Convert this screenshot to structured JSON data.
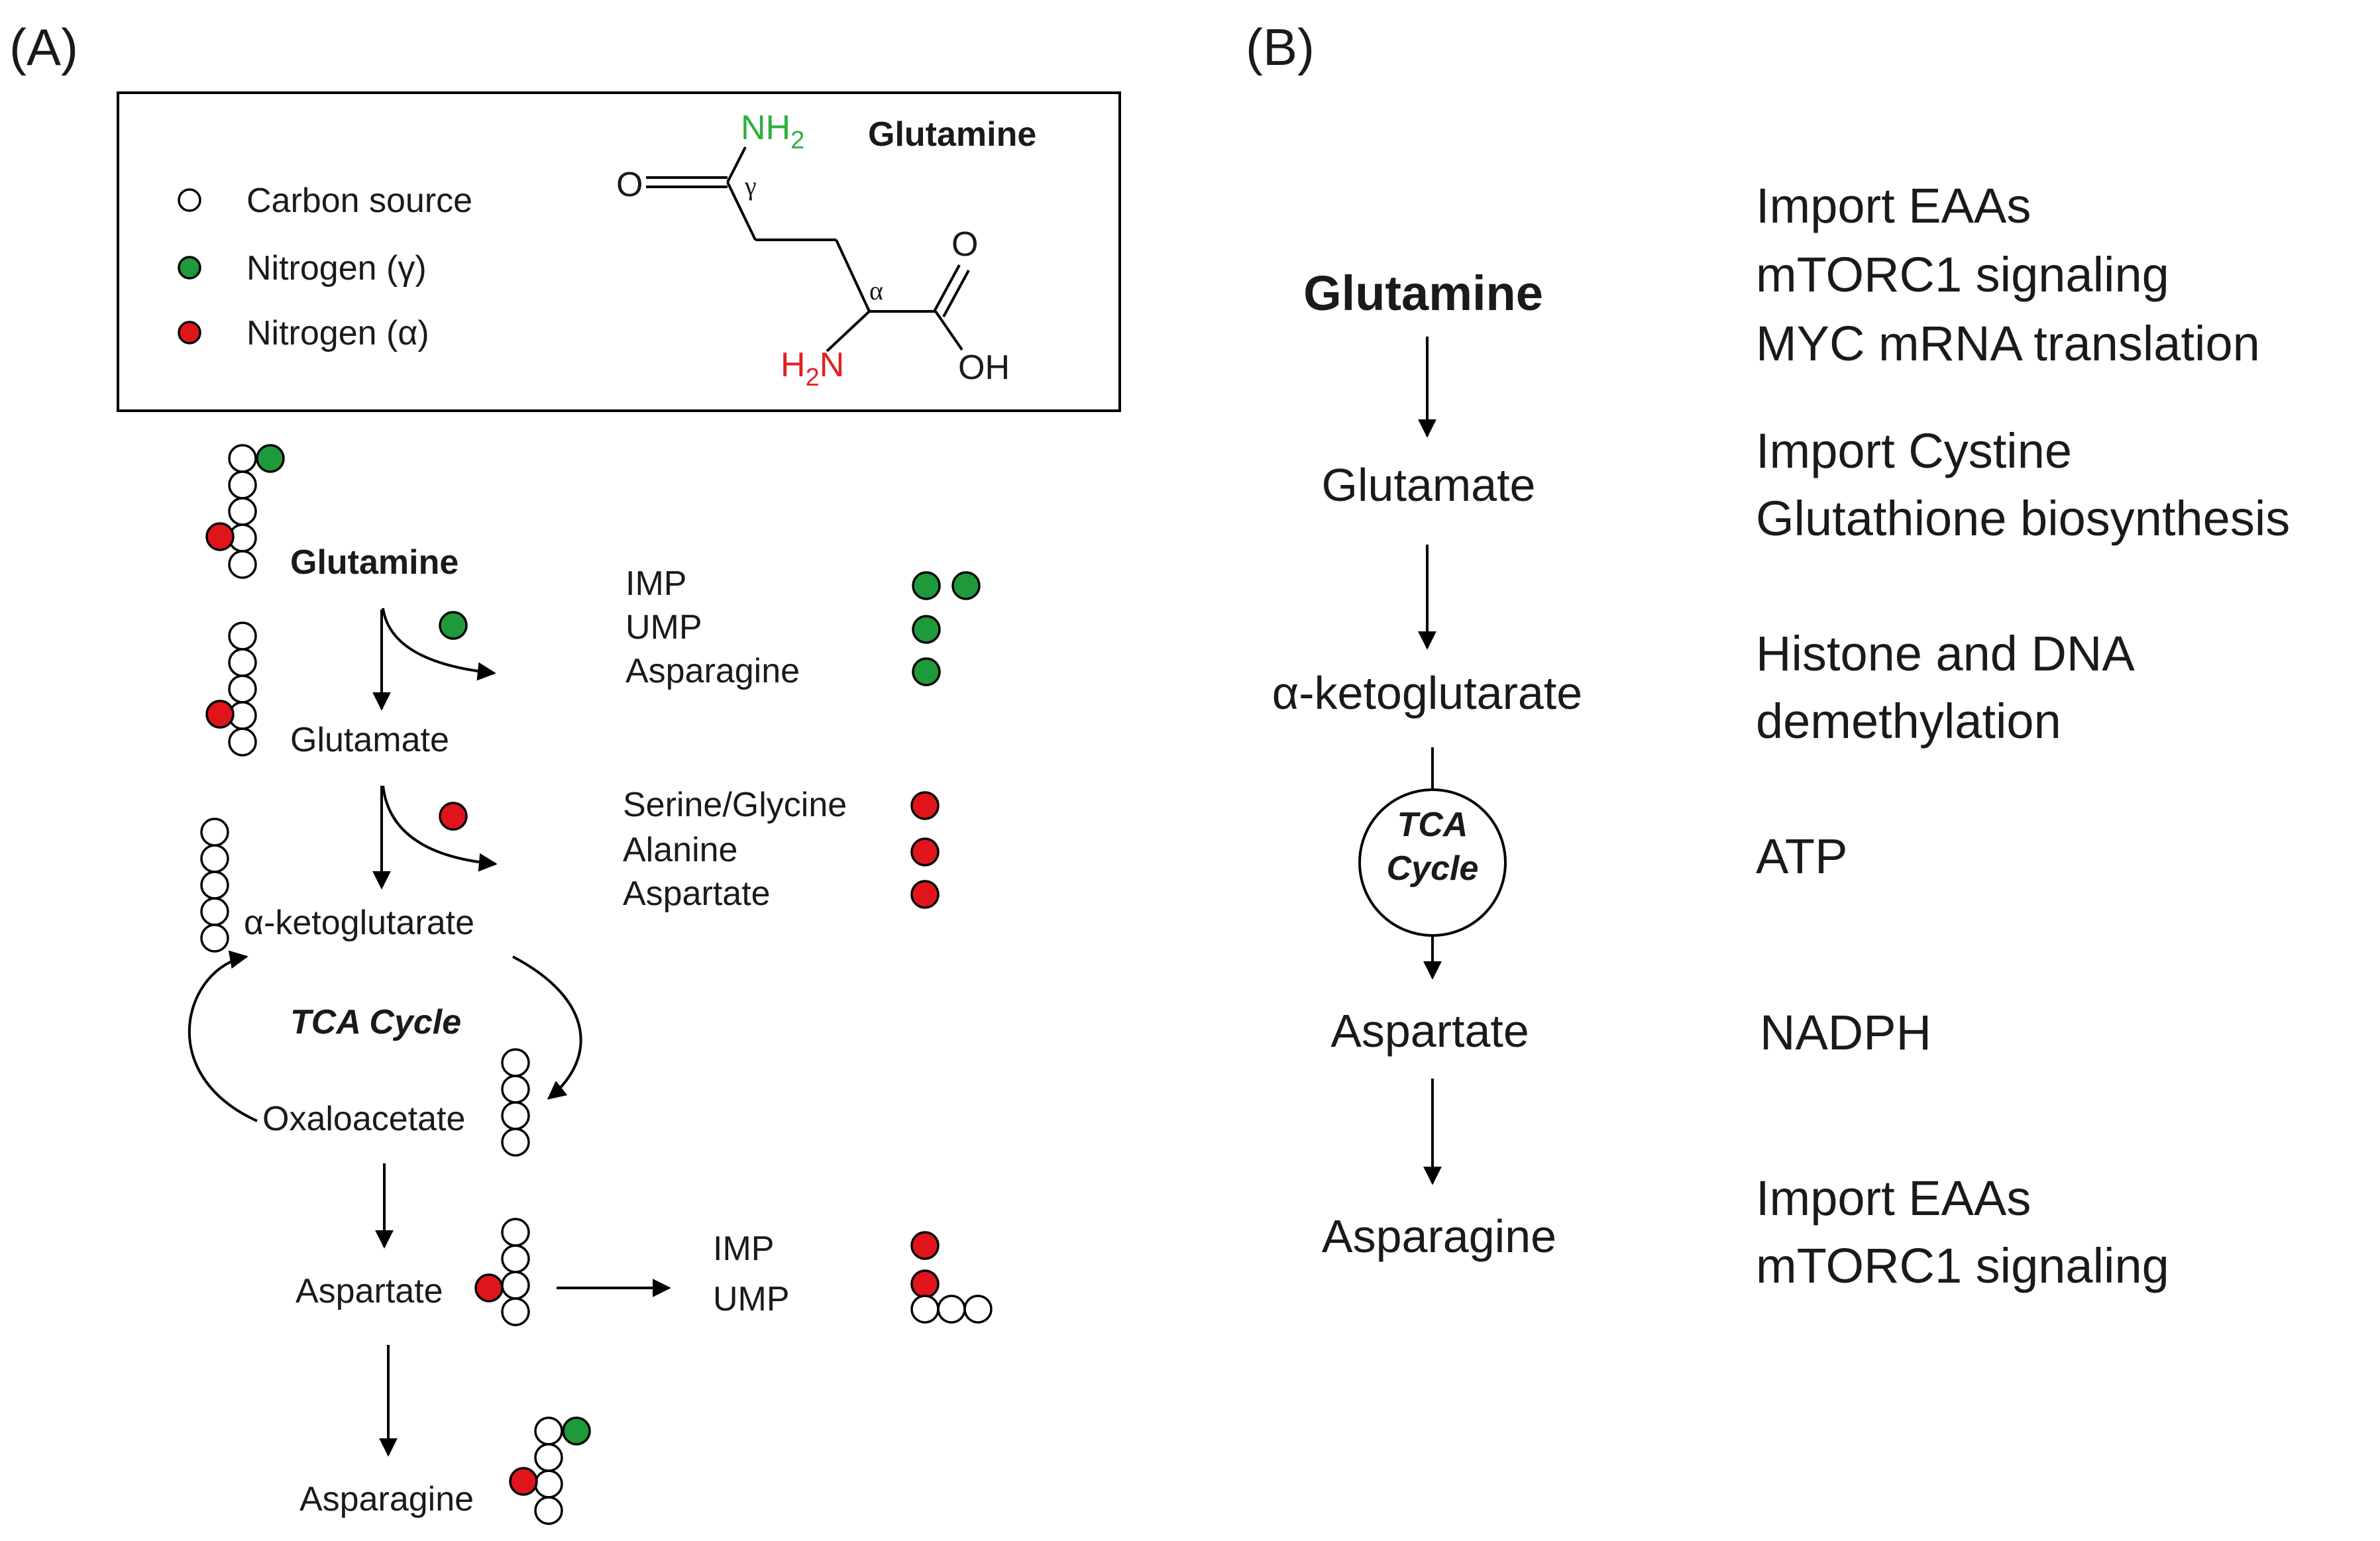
{
  "colors": {
    "carbon": "#ffffff",
    "nitrogen_gamma": "#1f9a3b",
    "nitrogen_alpha": "#e0151b",
    "gamma_label": "#2bb03d",
    "alpha_label": "#e51e25"
  },
  "panel_a": {
    "label": "(A)",
    "legend": {
      "items": [
        {
          "label": "Carbon source",
          "kind": "carbon"
        },
        {
          "label": "Nitrogen (γ)",
          "kind": "gamma"
        },
        {
          "label": "Nitrogen (α)",
          "kind": "alpha"
        }
      ],
      "structure": {
        "title": "Glutamine",
        "nh2_label": "NH",
        "nh2_sub": "2",
        "h2n_label": "H",
        "h2n_sub": "2",
        "h2n_n": "N",
        "gamma": "γ",
        "alpha": "α",
        "oxygen_left": "O",
        "oxygen_top": "O",
        "hydroxyl": "OH"
      }
    },
    "pathway": {
      "glutamine": "Glutamine",
      "glutamate": "Glutamate",
      "akg": "α-ketoglutarate",
      "tca": "TCA Cycle",
      "oxaloacetate": "Oxaloacetate",
      "aspartate": "Aspartate",
      "asparagine": "Asparagine"
    },
    "gamma_products": [
      "IMP",
      "UMP",
      "Asparagine"
    ],
    "alpha_products": [
      "Serine/Glycine",
      "Alanine",
      "Aspartate"
    ],
    "aspartate_products": [
      "IMP",
      "UMP"
    ]
  },
  "panel_b": {
    "label": "(B)",
    "nodes": {
      "glutamine": "Glutamine",
      "glutamate": "Glutamate",
      "akg": "α-ketoglutarate",
      "tca_line1": "TCA",
      "tca_line2": "Cycle",
      "aspartate": "Aspartate",
      "asparagine": "Asparagine"
    },
    "functions": {
      "glutamine": [
        "Import EAAs",
        "mTORC1  signaling",
        "MYC mRNA  translation"
      ],
      "glutamate": [
        "Import Cystine",
        "Glutathione  biosynthesis"
      ],
      "akg": [
        "Histone and DNA",
        "demethylation"
      ],
      "tca": [
        "ATP"
      ],
      "aspartate": [
        "NADPH"
      ],
      "asparagine": [
        "Import EAAs",
        "mTORC1  signaling"
      ]
    }
  }
}
